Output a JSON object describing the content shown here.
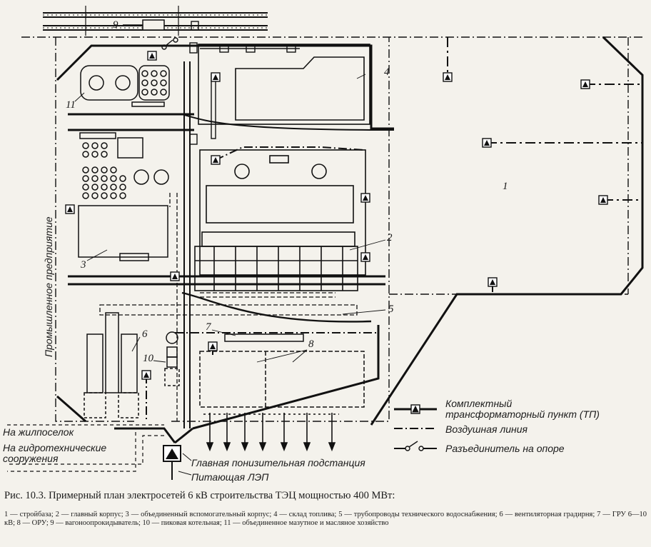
{
  "figure": {
    "caption_title": "Рис. 10.3. Примерный план электросетей 6 кВ строительства ТЭЦ мощностью 400 МВт:",
    "caption_legend": "1 — стройбаза; 2 — главный корпус; 3 — объединенный вспомогательный корпус; 4 — склад топлива; 5 — трубопроводы технического водоснабжения; 6 — вентиляторная градирня; 7 — ГРУ 6—10 кВ; 8 — ОРУ; 9 — вагоноопрокидыватель; 10 — пиковая котельная; 11 — объединенное мазутное и масляное хозяйство"
  },
  "plan": {
    "labels": {
      "n1": "1",
      "n2": "2",
      "n3": "3",
      "n4": "4",
      "n5": "5",
      "n6": "6",
      "n7": "7",
      "n8": "8",
      "n9": "9",
      "n10": "10",
      "n11": "11"
    },
    "side_label": "Промышленное предприятие",
    "outgoing": {
      "settlement": "На жилпоселок",
      "hydro_line1": "На гидротехнические",
      "hydro_line2": "сооружения"
    },
    "substation": "Главная понизительная подстанция",
    "supply_line": "Питающая ЛЭП"
  },
  "legend": {
    "tp_line1": "Комплектный",
    "tp_line2": "трансформаторный пункт (ТП)",
    "overhead": "Воздушная линия",
    "disconnector": "Разъединитель на опоре"
  }
}
